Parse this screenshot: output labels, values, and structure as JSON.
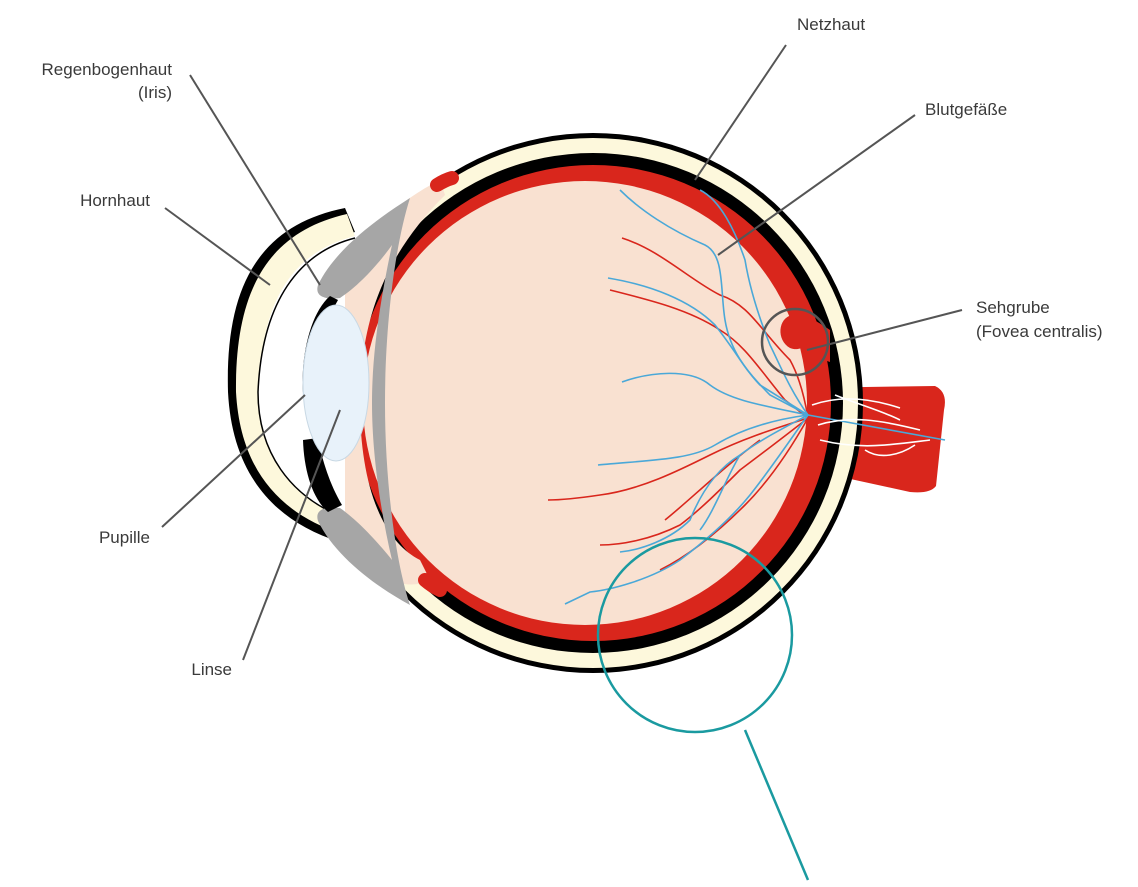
{
  "labels": {
    "iris_line1": "Regenbogenhaut",
    "iris_line2": "(Iris)",
    "cornea": "Hornhaut",
    "pupil": "Pupille",
    "lens": "Linse",
    "retina": "Netzhaut",
    "vessels": "Blutgefäße",
    "fovea_line1": "Sehgrube",
    "fovea_line2": "(Fovea centralis)"
  },
  "colors": {
    "sclera_outer": "#000000",
    "sclera_fill": "#fdf8dc",
    "choroid": "#000000",
    "retina": "#d9261c",
    "vitreous": "#f9e1d1",
    "iris": "#a6a6a6",
    "lens": "#e8f2fa",
    "artery": "#d9261c",
    "vein": "#4aa8d8",
    "magnifier": "#1a9aa0",
    "fovea_ring": "#555555",
    "leader": "#555555"
  }
}
